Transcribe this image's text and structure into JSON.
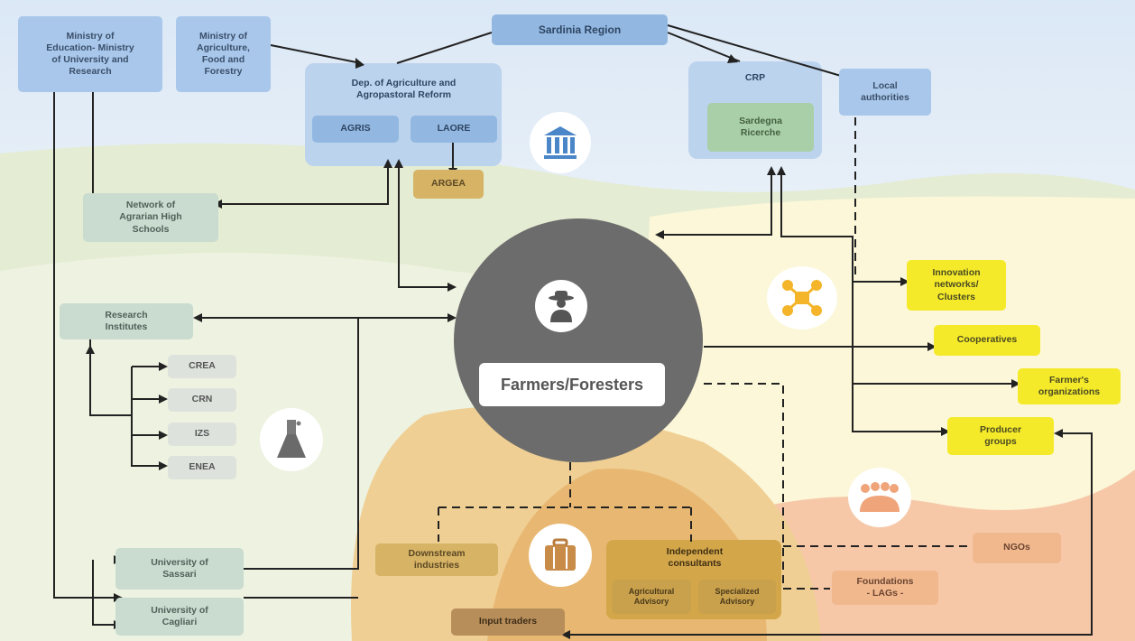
{
  "nodes": {
    "ministry_education": "Ministry of\nEducation- Ministry\nof University and\nResearch",
    "ministry_agriculture": "Ministry of\nAgriculture,\nFood and\nForestry",
    "sardinia_region": "Sardinia Region",
    "dep_agriculture": "Dep. of Agriculture and\nAgropastoral Reform",
    "agris": "AGRIS",
    "laore": "LAORE",
    "argea": "ARGEA",
    "crp": "CRP",
    "sardegna_ricerche": "Sardegna\nRicerche",
    "local_authorities": "Local\nauthorities",
    "agrarian_schools": "Network of\nAgrarian High\nSchools",
    "research_institutes": "Research\nInstitutes",
    "crea": "CREA",
    "crn": "CRN",
    "izs": "IZS",
    "enea": "ENEA",
    "univ_sassari": "University of\nSassari",
    "univ_cagliari": "University of\nCagliari",
    "farmers": "Farmers/Foresters",
    "innovation_networks": "Innovation\nnetworks/\nClusters",
    "cooperatives": "Cooperatives",
    "farmers_organizations": "Farmer's\norganizations",
    "producer_groups": "Producer\ngroups",
    "downstream": "Downstream\nindustries",
    "independent_consultants": "Independent\nconsultants",
    "agricultural_advisory": "Agricultural\nAdvisory",
    "specialized_advisory": "Specialized\nAdvisory",
    "ngos": "NGOs",
    "foundations": "Foundations\n- LAGs -",
    "input_traders": "Input traders"
  },
  "icons": [
    "bank-icon",
    "farmer-icon",
    "drone-icon",
    "flask-icon",
    "briefcase-icon",
    "people-icon"
  ],
  "colors": {
    "blue": "#a9c7ea",
    "green": "#c9dccf",
    "yellow": "#f5ea2a",
    "tan": "#d6b365",
    "peach": "#f1b88e",
    "circle": "#6c6c6c"
  }
}
